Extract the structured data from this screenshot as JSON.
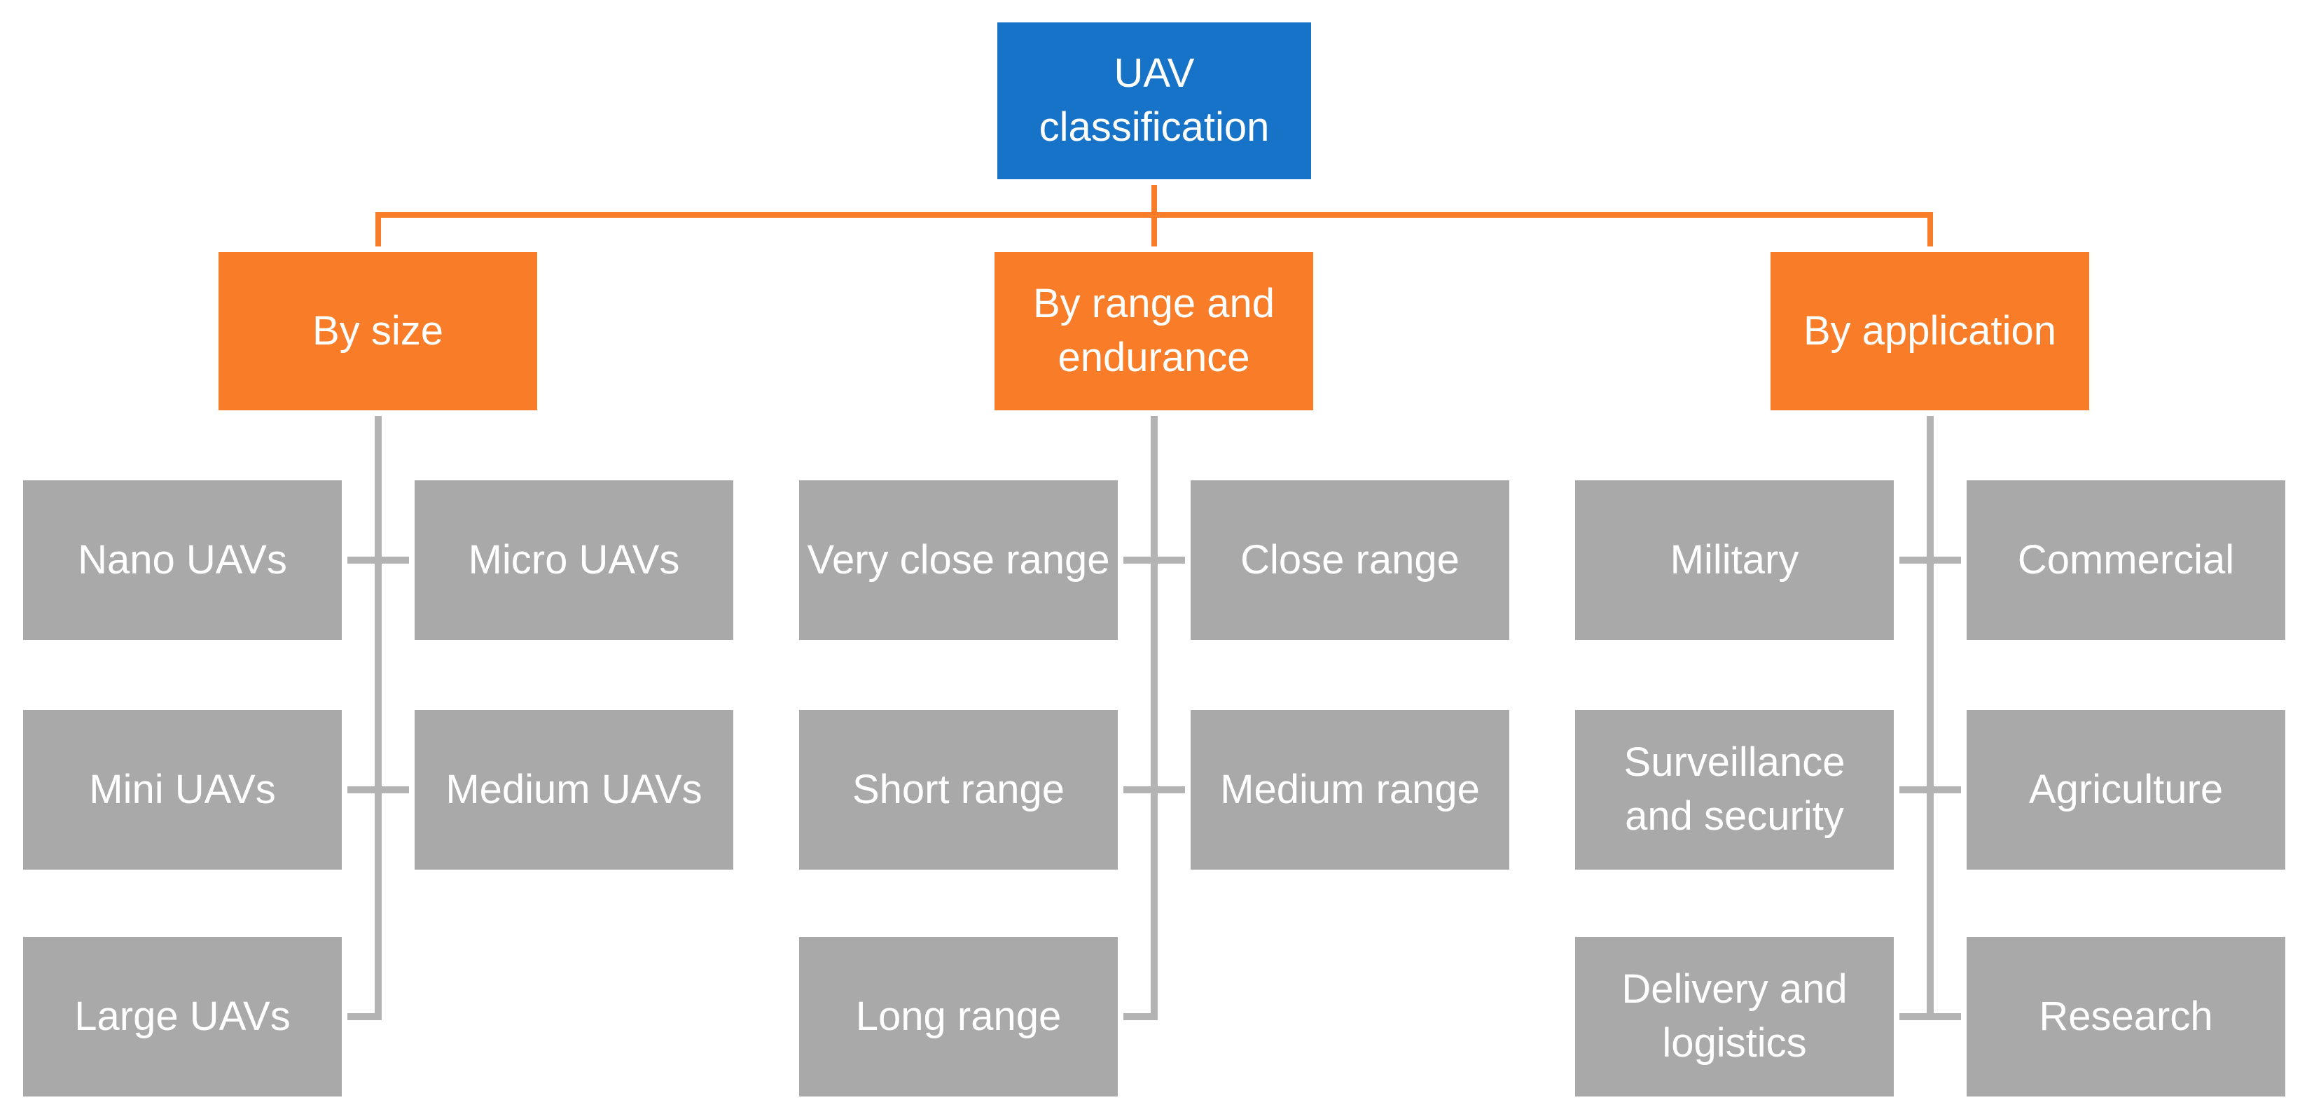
{
  "diagram": {
    "title": "UAV classification diagram",
    "root": {
      "label": "UAV\nclassification"
    },
    "groups": [
      {
        "label": "By size",
        "children": [
          "Nano UAVs",
          "Micro UAVs",
          "Mini UAVs",
          "Medium UAVs",
          "Large UAVs"
        ]
      },
      {
        "label": "By range and\nendurance",
        "children": [
          "Very close range",
          "Close range",
          "Short range",
          "Medium range",
          "Long range"
        ]
      },
      {
        "label": "By application",
        "children": [
          "Military",
          "Commercial",
          "Surveillance\nand security",
          "Agriculture",
          "Delivery and\nlogistics",
          "Research"
        ]
      }
    ],
    "colors": {
      "root_box": "#1773C7",
      "branch_box": "#F97D28",
      "leaf_box": "#A9A9A9",
      "connector_orange": "#F97D28",
      "connector_gray": "#B3B3B3",
      "text": "#FFFFFF",
      "background": "#FFFFFF"
    }
  }
}
